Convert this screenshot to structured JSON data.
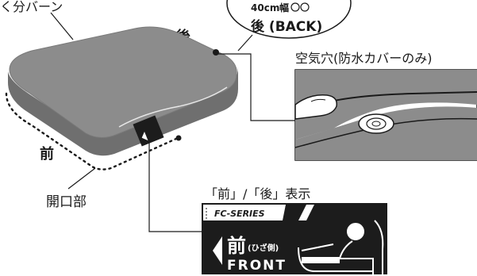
{
  "labels": {
    "top_left_partial": "く分バーン",
    "width_badge_line1_num": "40cm",
    "width_badge_line1_kanji": "幅",
    "back_badge_label": "後 (BACK)",
    "back_marker": "後",
    "air_hole_label": "空気穴(防水カバーのみ)",
    "front_marker": "前",
    "opening_label": "開口部",
    "front_back_display_label": "「前」/「後」表示"
  },
  "tag": {
    "series": "FC-SERIES",
    "front_kanji": "前",
    "front_sub": "(ひざ側)",
    "front_word": "FRONT"
  },
  "colors": {
    "cushion_gray": "#8c8c8c",
    "cushion_shade": "#6f6f6f",
    "tag_dark": "#1c1c1c",
    "line": "#1a1a1a"
  }
}
